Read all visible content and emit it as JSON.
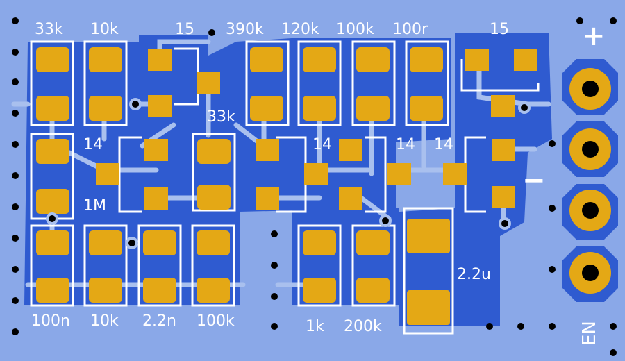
{
  "board": {
    "colors": {
      "background": "#8aa8e8",
      "copper_pour": "#2f5bd0",
      "trace": "#a9c0ee",
      "pad": "#e4a815",
      "silkscreen": "#ffffff",
      "hole": "#000000"
    },
    "labels": {
      "r_33k_top": "33k",
      "r_10k_top": "10k",
      "t_15_left": "15",
      "r_390k": "390k",
      "r_120k": "120k",
      "r_100k_top": "100k",
      "r_100r": "100r",
      "t_15_right": "15",
      "r_33k_mid": "33k",
      "t_14_a": "14",
      "t_14_b": "14",
      "t_14_c": "14",
      "t_14_d": "14",
      "r_1M": "1M",
      "c_2_2u": "2.2u",
      "c_100n": "100n",
      "r_10k_bot": "10k",
      "c_2_2n": "2.2n",
      "r_100k_bot": "100k",
      "r_1k": "1k",
      "r_200k": "200k"
    },
    "connector": {
      "plus": "+",
      "minus": "−",
      "en": "EN"
    }
  }
}
